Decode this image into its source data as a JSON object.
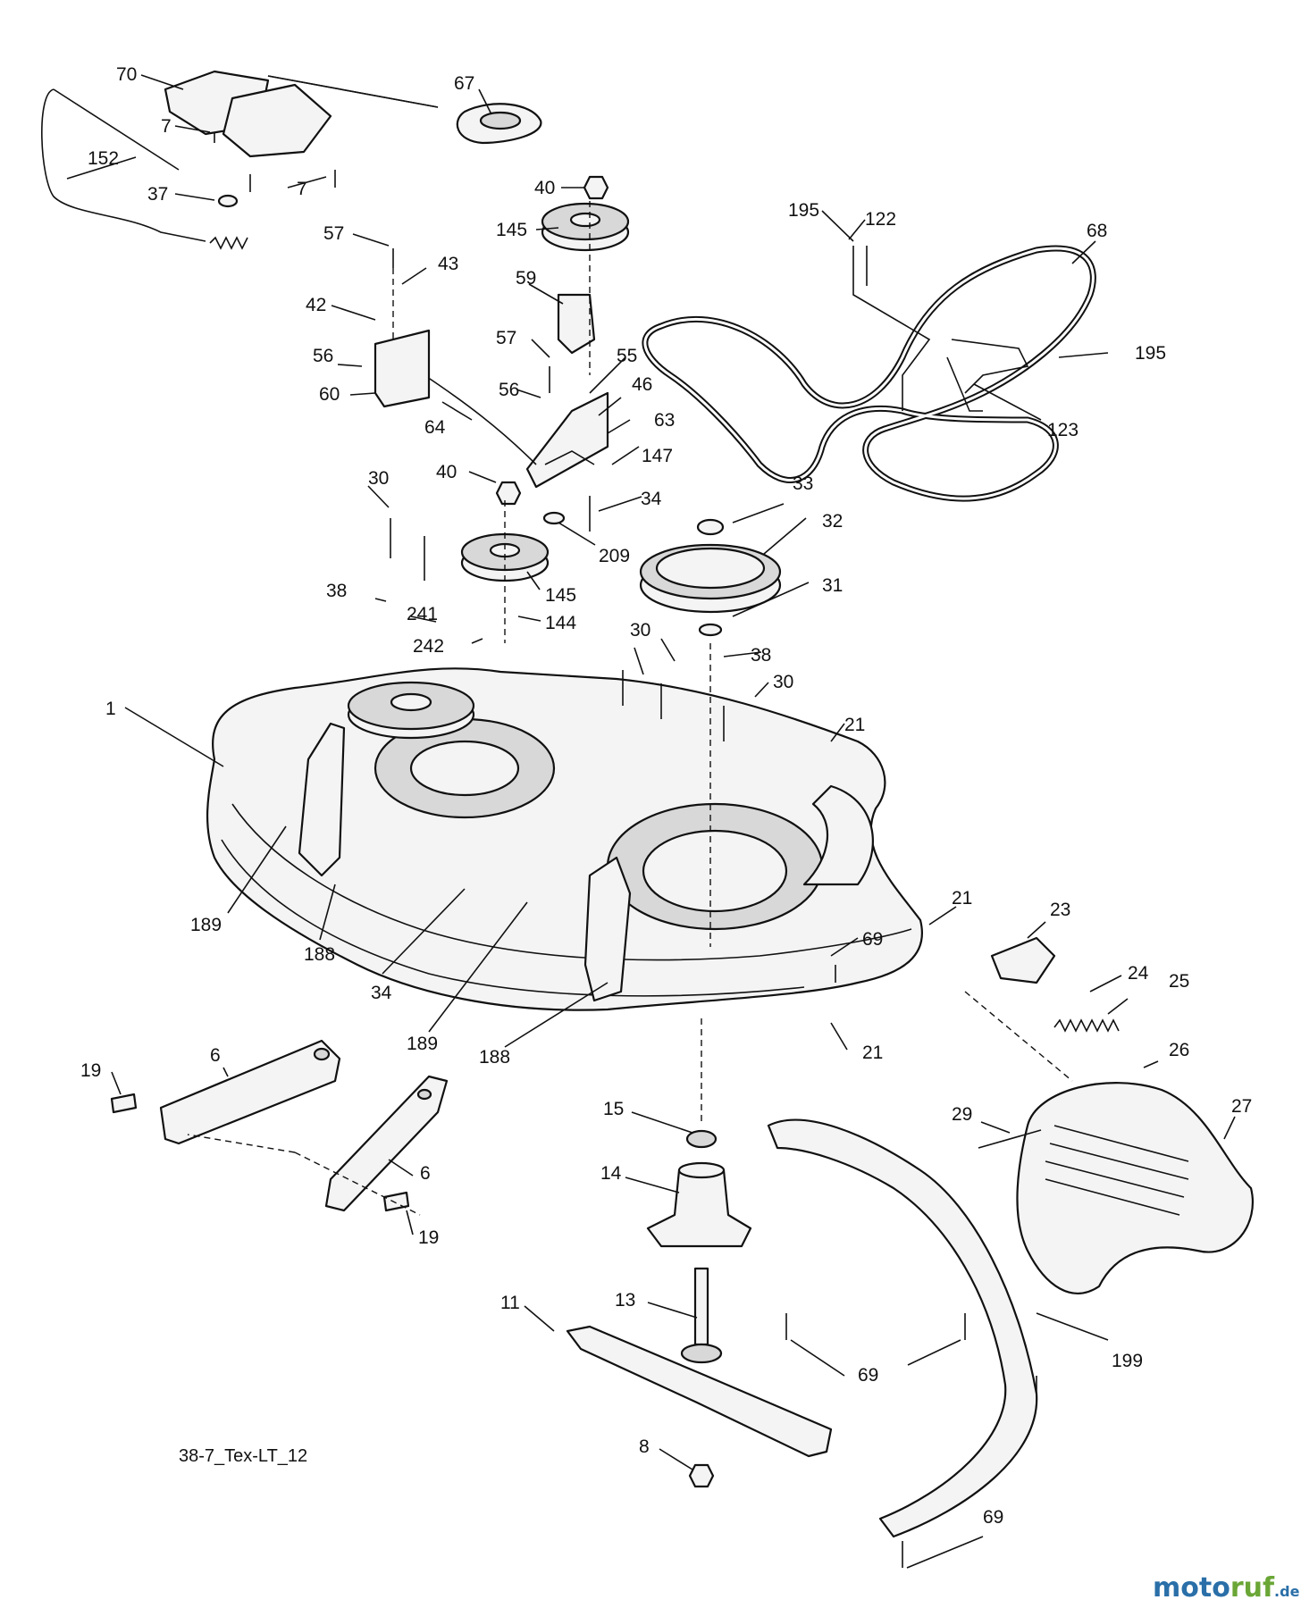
{
  "diagram": {
    "caption": "38-7_Tex-LT_12",
    "watermark": {
      "brand": "moto",
      "accent": "ruf",
      "suffix": ".de"
    },
    "colors": {
      "ink": "#111111",
      "watermark_blue": "#2a6fa8",
      "watermark_green": "#6aa636"
    },
    "callouts": [
      {
        "id": "c70",
        "text": "70"
      },
      {
        "id": "c67",
        "text": "67"
      },
      {
        "id": "c7a",
        "text": "7"
      },
      {
        "id": "c7b",
        "text": "7"
      },
      {
        "id": "c152",
        "text": "152"
      },
      {
        "id": "c37",
        "text": "37"
      },
      {
        "id": "c40a",
        "text": "40"
      },
      {
        "id": "c145a",
        "text": "145"
      },
      {
        "id": "c195a",
        "text": "195"
      },
      {
        "id": "c122",
        "text": "122"
      },
      {
        "id": "c68",
        "text": "68"
      },
      {
        "id": "c57a",
        "text": "57"
      },
      {
        "id": "c43",
        "text": "43"
      },
      {
        "id": "c59",
        "text": "59"
      },
      {
        "id": "c42",
        "text": "42"
      },
      {
        "id": "c57b",
        "text": "57"
      },
      {
        "id": "c55",
        "text": "55"
      },
      {
        "id": "c195b",
        "text": "195"
      },
      {
        "id": "c56a",
        "text": "56"
      },
      {
        "id": "c56b",
        "text": "56"
      },
      {
        "id": "c46",
        "text": "46"
      },
      {
        "id": "c60",
        "text": "60"
      },
      {
        "id": "c63",
        "text": "63"
      },
      {
        "id": "c123",
        "text": "123"
      },
      {
        "id": "c64",
        "text": "64"
      },
      {
        "id": "c147",
        "text": "147"
      },
      {
        "id": "c30a",
        "text": "30"
      },
      {
        "id": "c40b",
        "text": "40"
      },
      {
        "id": "c33",
        "text": "33"
      },
      {
        "id": "c34a",
        "text": "34"
      },
      {
        "id": "c32",
        "text": "32"
      },
      {
        "id": "c209",
        "text": "209"
      },
      {
        "id": "c38a",
        "text": "38"
      },
      {
        "id": "c145b",
        "text": "145"
      },
      {
        "id": "c31",
        "text": "31"
      },
      {
        "id": "c241",
        "text": "241"
      },
      {
        "id": "c144",
        "text": "144"
      },
      {
        "id": "c30b",
        "text": "30"
      },
      {
        "id": "c242",
        "text": "242"
      },
      {
        "id": "c38b",
        "text": "38"
      },
      {
        "id": "c30c",
        "text": "30"
      },
      {
        "id": "c1",
        "text": "1"
      },
      {
        "id": "c21a",
        "text": "21"
      },
      {
        "id": "c21b",
        "text": "21"
      },
      {
        "id": "c23",
        "text": "23"
      },
      {
        "id": "c189a",
        "text": "189"
      },
      {
        "id": "c188a",
        "text": "188"
      },
      {
        "id": "c69a",
        "text": "69"
      },
      {
        "id": "c24",
        "text": "24"
      },
      {
        "id": "c25",
        "text": "25"
      },
      {
        "id": "c34b",
        "text": "34"
      },
      {
        "id": "c189b",
        "text": "189"
      },
      {
        "id": "c188b",
        "text": "188"
      },
      {
        "id": "c21c",
        "text": "21"
      },
      {
        "id": "c26",
        "text": "26"
      },
      {
        "id": "c19a",
        "text": "19"
      },
      {
        "id": "c6a",
        "text": "6"
      },
      {
        "id": "c15",
        "text": "15"
      },
      {
        "id": "c27",
        "text": "27"
      },
      {
        "id": "c29",
        "text": "29"
      },
      {
        "id": "c14",
        "text": "14"
      },
      {
        "id": "c6b",
        "text": "6"
      },
      {
        "id": "c19b",
        "text": "19"
      },
      {
        "id": "c11",
        "text": "11"
      },
      {
        "id": "c13",
        "text": "13"
      },
      {
        "id": "c69b",
        "text": "69"
      },
      {
        "id": "c199",
        "text": "199"
      },
      {
        "id": "c8",
        "text": "8"
      },
      {
        "id": "c69c",
        "text": "69"
      }
    ]
  }
}
